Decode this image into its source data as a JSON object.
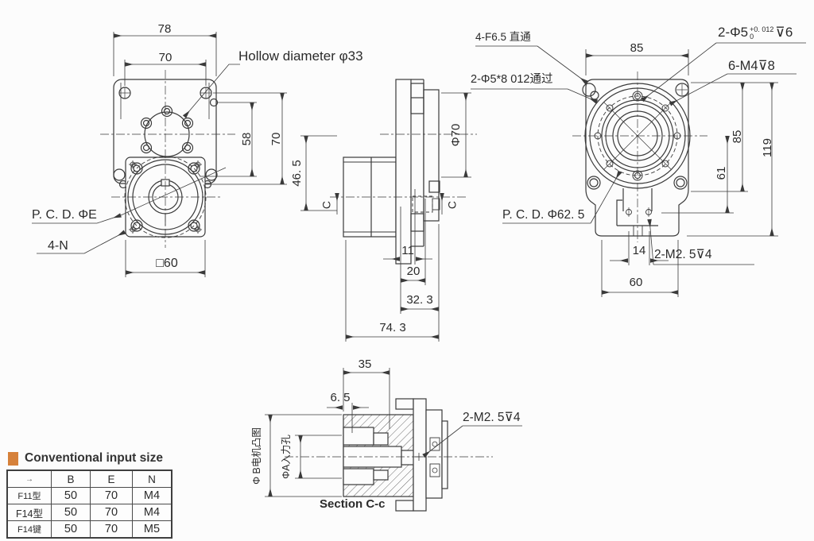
{
  "page": {
    "background": "#fcfcfc",
    "ink": "#3a3a3a"
  },
  "front_view": {
    "dim_width": "78",
    "dim_hole_pitch": "70",
    "dim_58": "58",
    "dim_height": "70",
    "label_hollow": "Hollow diameter φ33",
    "label_pcd": "P. C. D. ΦE",
    "label_holes": "4-N",
    "dim_square": "□60"
  },
  "side_view": {
    "dim_depth": "46. 5",
    "dim_flange_dia": "Φ70",
    "dim_11": "11",
    "dim_20": "20",
    "dim_32_3": "32. 3",
    "dim_74_3": "74. 3",
    "section_marker": "C"
  },
  "back_view": {
    "label_f65": "4-F6.5 直通",
    "label_slot": "2-Φ5*8 012通过",
    "label_pin_prefix": "2-Φ5",
    "label_pin_tol_upper": "+0. 012",
    "label_pin_tol_lower": "0",
    "label_pin_suffix": "⊽6",
    "label_m4": "6-M4⊽8",
    "dim_width": "85",
    "dim_height": "85",
    "dim_total_height": "119",
    "dim_61": "61",
    "label_pcd": "P. C. D. Φ62. 5",
    "dim_14": "14",
    "dim_60": "60",
    "label_m25": "2-M2. 5⊽4"
  },
  "section_view": {
    "dim_35": "35",
    "dim_6_5": "6. 5",
    "label_motor_boss": "Φ B电机凸图",
    "label_input_hole": "ΦA入力孔",
    "label_m25": "2-M2. 5⊽4",
    "caption": "Section C-c"
  },
  "table": {
    "title": "Conventional input size",
    "bullet_color": "#d6813a",
    "headers": [
      "→",
      "B",
      "E",
      "N"
    ],
    "rows": [
      [
        "F11型",
        "50",
        "70",
        "M4"
      ],
      [
        "F14型",
        "50",
        "70",
        "M4"
      ],
      [
        "F14键",
        "50",
        "70",
        "M5"
      ]
    ]
  }
}
